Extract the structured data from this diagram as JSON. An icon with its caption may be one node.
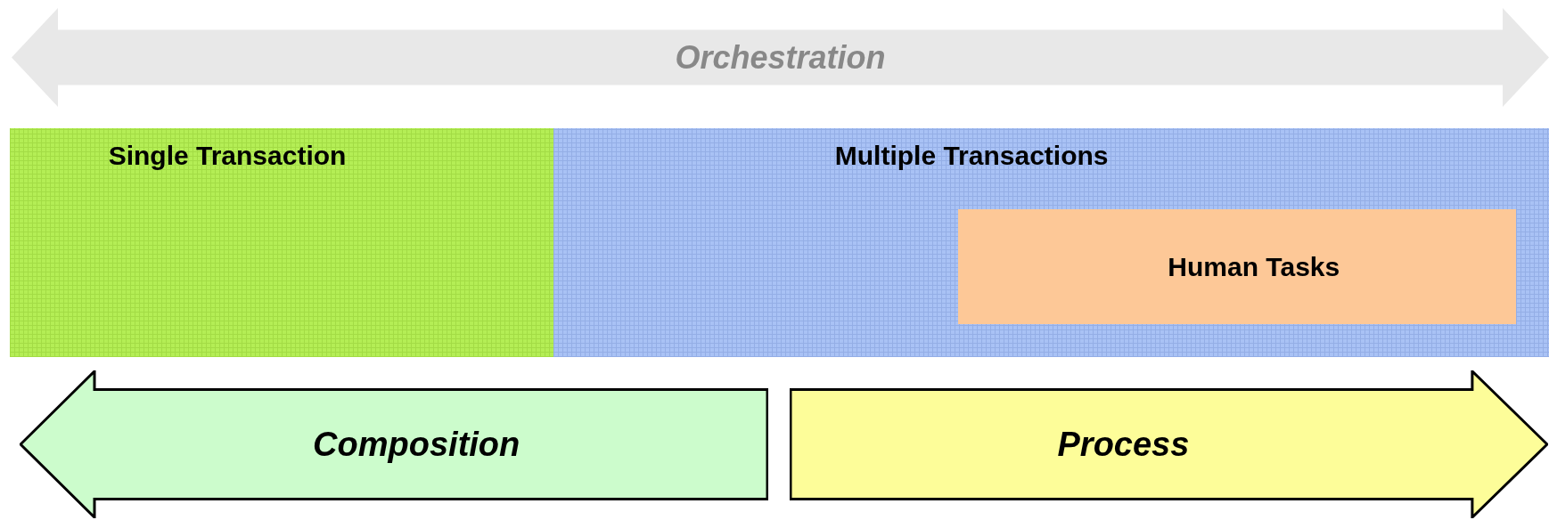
{
  "diagram": {
    "nodes": [
      {
        "text": [
          "Orchestration"
        ]
      },
      {
        "text": [
          "Single Transaction"
        ]
      },
      {
        "text": [
          "Multiple Transactions"
        ]
      },
      {
        "text": [
          "Human Tasks"
        ],
        "in": 2
      },
      {
        "text": [
          "Composition"
        ]
      },
      {
        "text": [
          "Process"
        ]
      }
    ],
    "edges": []
  }
}
